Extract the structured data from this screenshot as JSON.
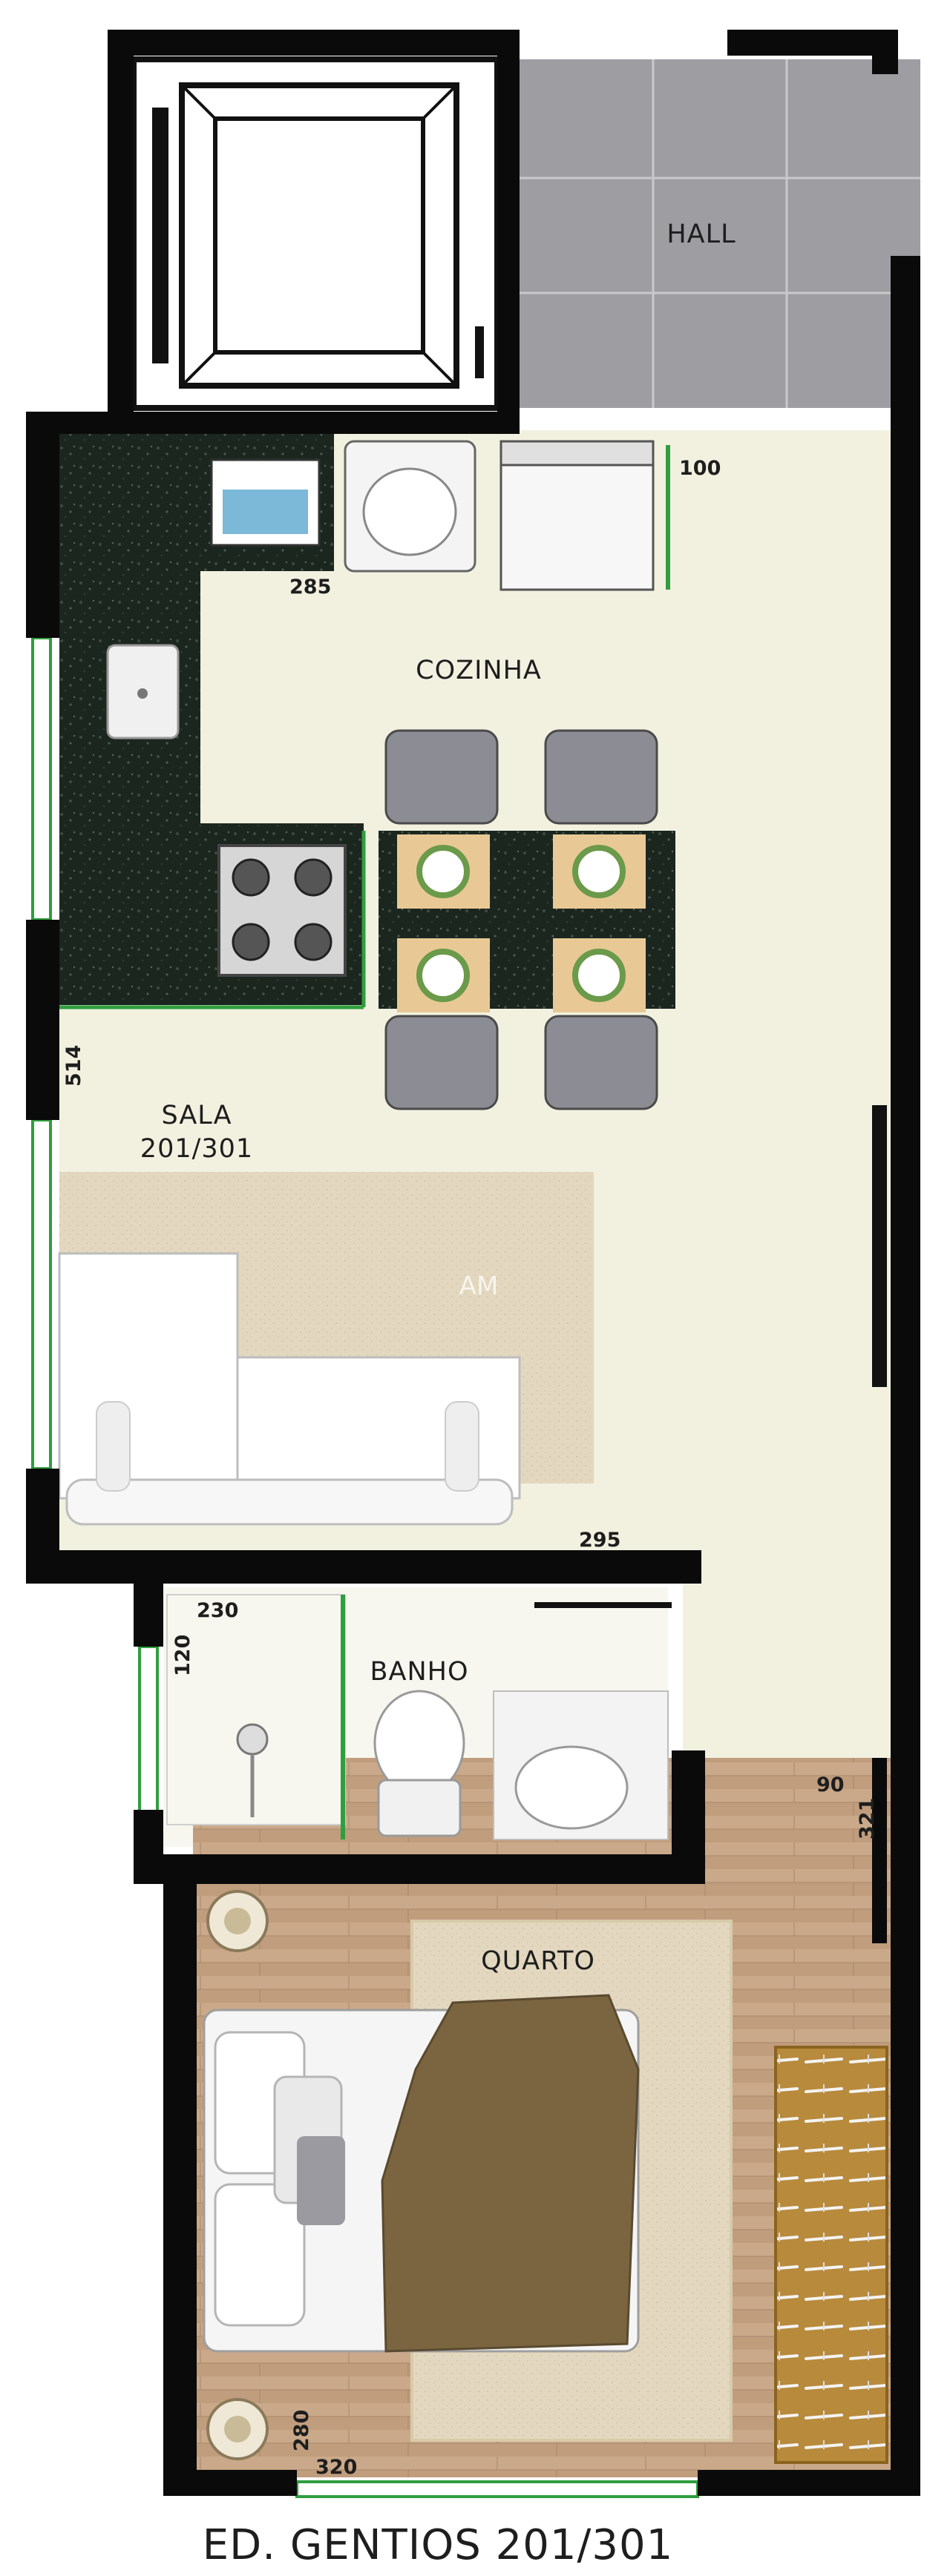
{
  "rooms": {
    "hall": "HALL",
    "cozinha": "COZINHA",
    "sala": "SALA",
    "unit": "201/301",
    "banho": "BANHO",
    "quarto": "QUARTO"
  },
  "dimensions": {
    "d100": "100",
    "d285": "285",
    "d514": "514",
    "d295": "295",
    "d230": "230",
    "d120": "120",
    "d90": "90",
    "d321": "321",
    "d280": "280",
    "d320": "320"
  },
  "watermark": "AM",
  "caption": "ED. GENTIOS 201/301",
  "colors": {
    "wall": "#0a0a0a",
    "floor": "#f2f1e0",
    "granite": "#1b261f",
    "hall_tile": "#9d9da2",
    "wood": "#c9a98a",
    "rug": "#e3d8bf",
    "window": "#2f9e3e"
  }
}
